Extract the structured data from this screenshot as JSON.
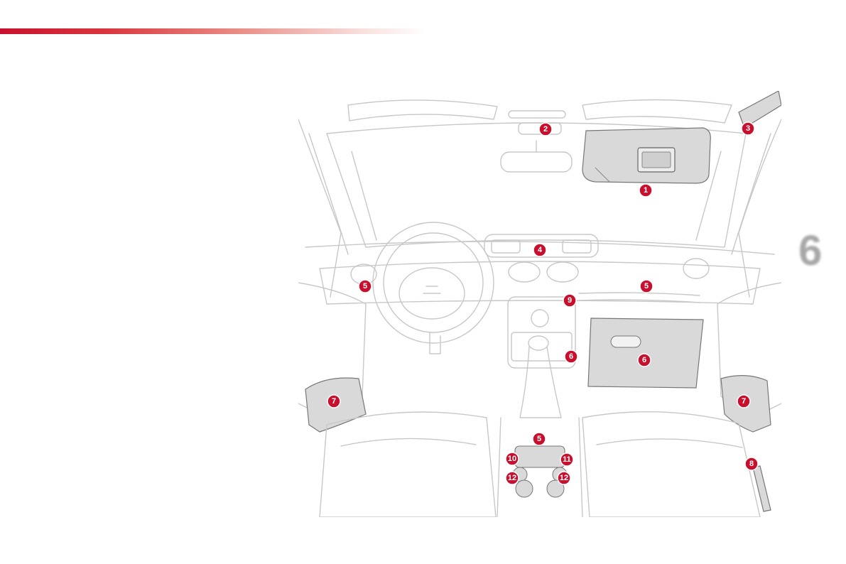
{
  "header": {
    "accent_color": "#c8102e"
  },
  "chapter": {
    "number": "6"
  },
  "diagram": {
    "marker_color": "#c8102e",
    "markers": [
      {
        "id": "sun-visor",
        "label": "1"
      },
      {
        "id": "ceiling-console",
        "label": "2"
      },
      {
        "id": "grab-handle",
        "label": "3"
      },
      {
        "id": "upper-dash-storage",
        "label": "4"
      },
      {
        "id": "left-dash-storage",
        "label": "5"
      },
      {
        "id": "passenger-dash-storage",
        "label": "5"
      },
      {
        "id": "center-stack-storage",
        "label": "6"
      },
      {
        "id": "glovebox",
        "label": "6"
      },
      {
        "id": "left-door-pocket",
        "label": "7"
      },
      {
        "id": "right-door-pocket",
        "label": "7"
      },
      {
        "id": "seat-pocket",
        "label": "8"
      },
      {
        "id": "socket",
        "label": "9"
      },
      {
        "id": "center-tray",
        "label": "5"
      },
      {
        "id": "left-socket",
        "label": "10"
      },
      {
        "id": "right-socket",
        "label": "11"
      },
      {
        "id": "left-cupholder",
        "label": "12"
      },
      {
        "id": "right-cupholder",
        "label": "12"
      }
    ]
  }
}
